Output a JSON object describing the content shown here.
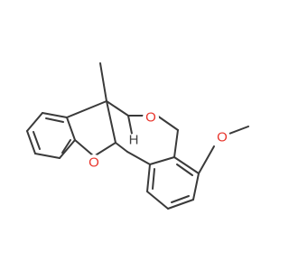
{
  "molecule": {
    "atoms": {
      "o_furan": {
        "symbol": "O",
        "color": "#e8332a"
      },
      "o_pyran": {
        "symbol": "O",
        "color": "#e8332a"
      },
      "o_methoxy": {
        "symbol": "O",
        "color": "#e8332a"
      },
      "h_bridgehead": {
        "symbol": "H",
        "color": "#404040"
      }
    },
    "bond_color": "#3a3a3a"
  }
}
